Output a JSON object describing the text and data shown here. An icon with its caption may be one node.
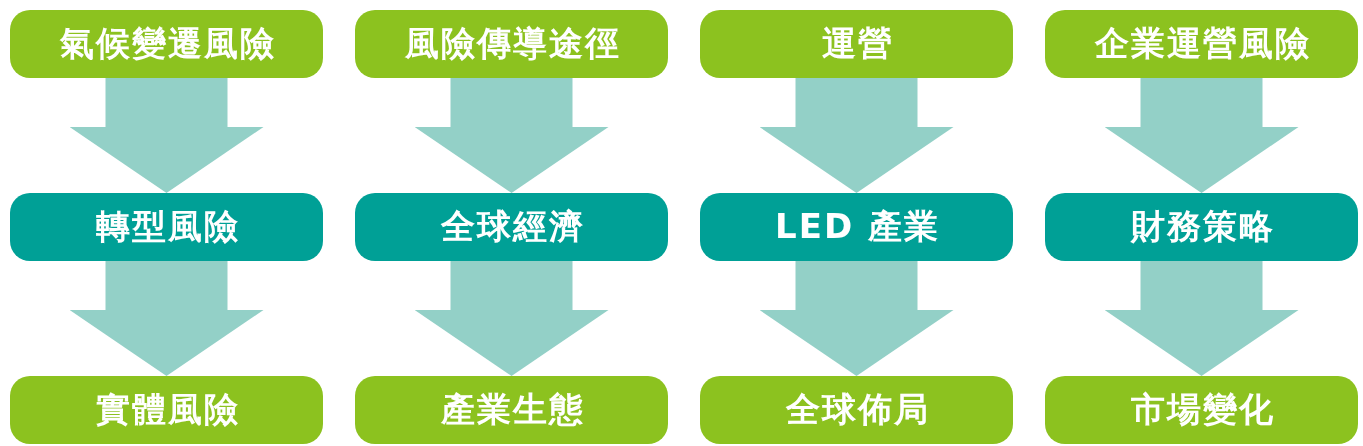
{
  "diagram": {
    "nodes": [
      {
        "text": [
          "氣候變遷風險"
        ]
      },
      {
        "text": [
          "風險傳導途徑"
        ]
      },
      {
        "text": [
          "運營"
        ]
      },
      {
        "text": [
          "企業運營風險"
        ]
      },
      {
        "text": [
          "轉型風險"
        ]
      },
      {
        "text": [
          "全球經濟"
        ]
      },
      {
        "text": [
          "LED 產業"
        ]
      },
      {
        "text": [
          "財務策略"
        ]
      },
      {
        "text": [
          "實體風險"
        ]
      },
      {
        "text": [
          "產業生態"
        ]
      },
      {
        "text": [
          "全球佈局"
        ]
      },
      {
        "text": [
          "市場變化"
        ]
      }
    ],
    "edges": [
      {
        "from": 0,
        "to": 4,
        "arrow": "to"
      },
      {
        "from": 4,
        "to": 8,
        "arrow": "to"
      },
      {
        "from": 1,
        "to": 5,
        "arrow": "to"
      },
      {
        "from": 5,
        "to": 9,
        "arrow": "to"
      },
      {
        "from": 2,
        "to": 6,
        "arrow": "to"
      },
      {
        "from": 6,
        "to": 10,
        "arrow": "to"
      },
      {
        "from": 3,
        "to": 7,
        "arrow": "to"
      },
      {
        "from": 7,
        "to": 11,
        "arrow": "to"
      }
    ]
  }
}
